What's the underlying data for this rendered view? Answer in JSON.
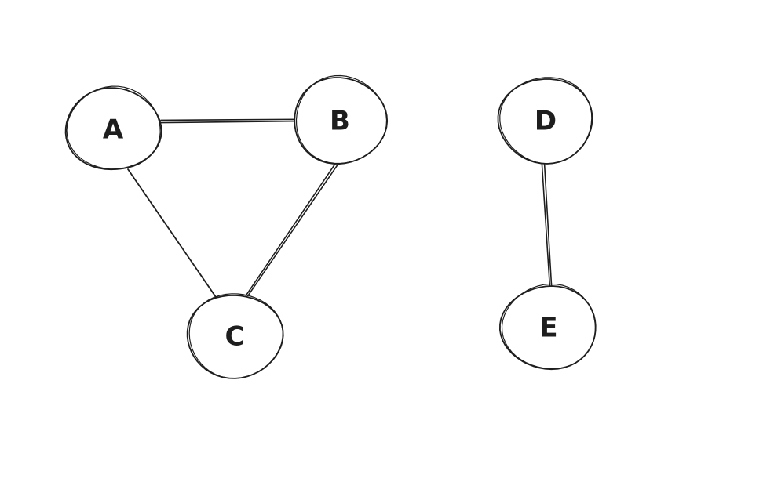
{
  "diagram": {
    "type": "undirected-graph",
    "style": "hand-drawn",
    "colors": {
      "background": "#ffffff",
      "stroke": "#1e1e1e",
      "text": "#1e1e1e"
    },
    "nodes": [
      {
        "id": "A",
        "label": "A"
      },
      {
        "id": "B",
        "label": "B"
      },
      {
        "id": "C",
        "label": "C"
      },
      {
        "id": "D",
        "label": "D"
      },
      {
        "id": "E",
        "label": "E"
      }
    ],
    "edges": [
      {
        "from": "A",
        "to": "B"
      },
      {
        "from": "A",
        "to": "C"
      },
      {
        "from": "B",
        "to": "C"
      },
      {
        "from": "D",
        "to": "E"
      }
    ]
  }
}
